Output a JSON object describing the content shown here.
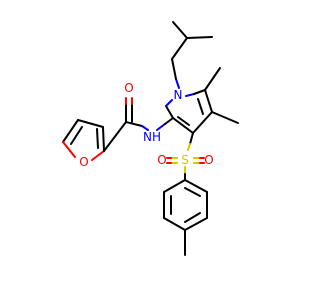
{
  "atoms": {
    "furan_o": {
      "symbol": "O",
      "color": "#ff0000"
    },
    "carbonyl_o": {
      "symbol": "O",
      "color": "#ff0000"
    },
    "amide_nh": {
      "symbol": "NH",
      "color": "#0000ff"
    },
    "pyrrole_n": {
      "symbol": "N",
      "color": "#0000ff"
    },
    "sulfur": {
      "symbol": "S",
      "color": "#cccc00"
    },
    "sulfonyl_o_left": {
      "symbol": "O",
      "color": "#ff0000"
    },
    "sulfonyl_o_right": {
      "symbol": "O",
      "color": "#ff0000"
    }
  },
  "colors": {
    "carbon_bond": "#000000",
    "oxygen": "#ff0000",
    "nitrogen": "#0000ff",
    "sulfur": "#cccc00",
    "background": "#ffffff"
  }
}
